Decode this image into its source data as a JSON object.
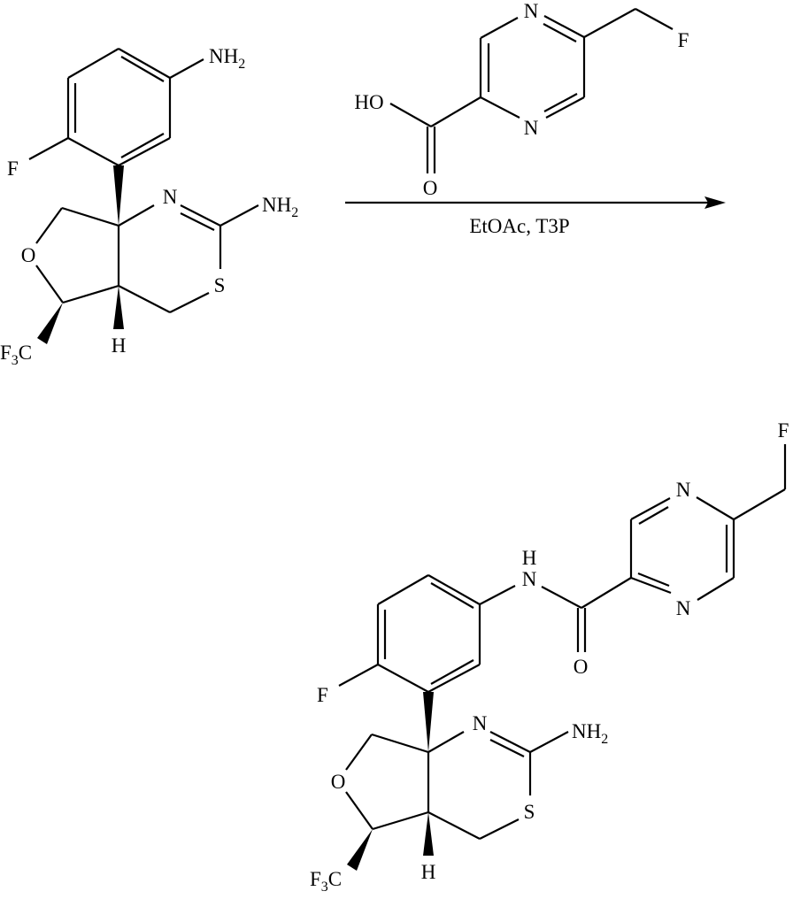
{
  "scheme": {
    "starting_material": {
      "labels": {
        "aniline_nh2": "NH2",
        "aryl_f": "F",
        "ring_n": "N",
        "amidine_nh2": "NH2",
        "ring_s": "S",
        "ring_o": "O",
        "cf3": "F3C",
        "ring_h": "H"
      }
    },
    "reagent": {
      "labels": {
        "n_top": "N",
        "n_bottom": "N",
        "f": "F",
        "ho": "HO",
        "o": "O"
      }
    },
    "arrow": {
      "conditions": "EtOAc, T3P"
    },
    "product": {
      "labels": {
        "amide_h": "H",
        "amide_n": "N",
        "amide_o": "O",
        "pyrazine_n_top": "N",
        "pyrazine_n_bottom": "N",
        "f_ch2": "F",
        "aryl_f": "F",
        "ring_n": "N",
        "amidine_nh2": "NH2",
        "ring_s": "S",
        "ring_o": "O",
        "cf3": "F3C",
        "ring_h": "H"
      }
    }
  }
}
